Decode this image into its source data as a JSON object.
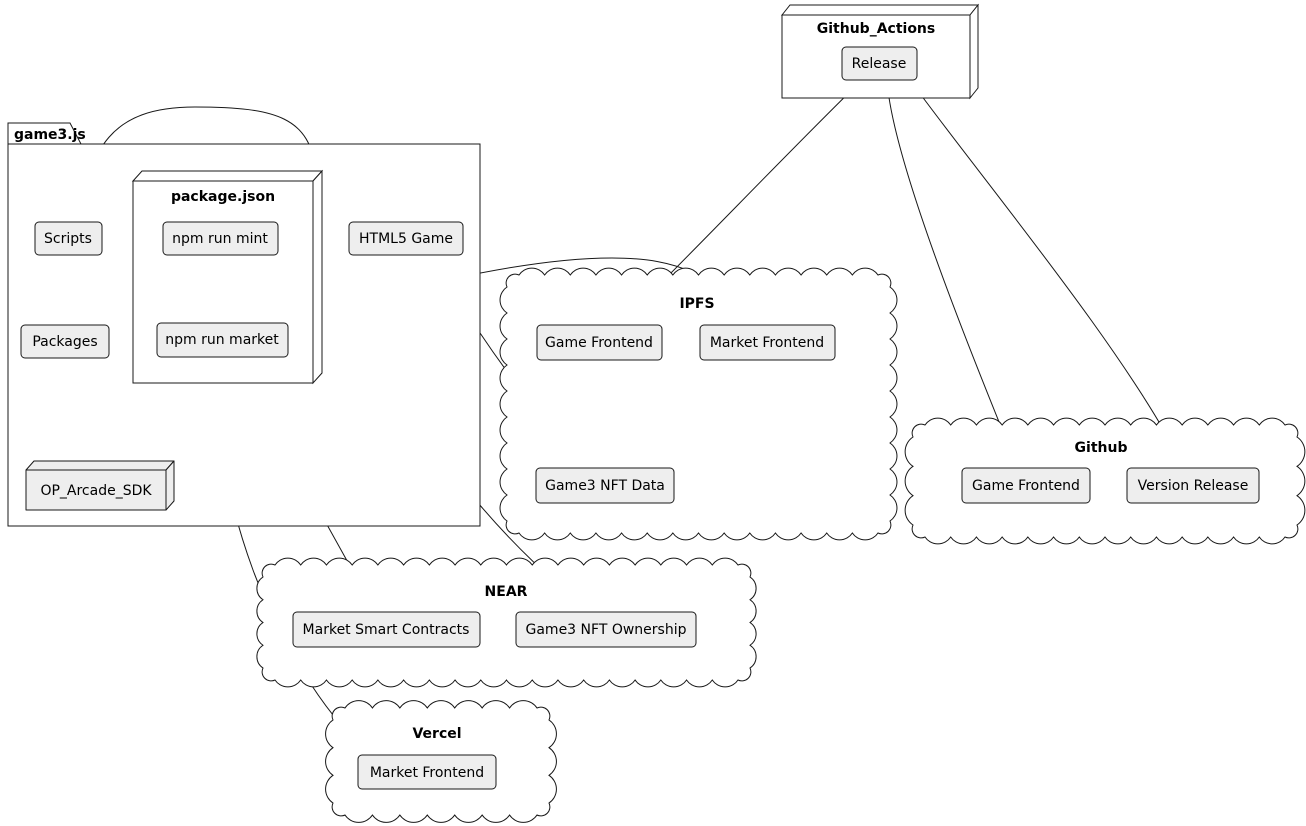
{
  "diagram": {
    "type": "deployment-diagram",
    "colors": {
      "background": "#ffffff",
      "box_fill": "#eeeeee",
      "border": "#181818",
      "text": "#000000"
    },
    "folder": {
      "title": "game3.js"
    },
    "component": {
      "title": "package.json"
    },
    "nodes": {
      "github_actions": {
        "title": "Github_Actions"
      },
      "op_arcade_sdk": {
        "label": "OP_Arcade_SDK"
      }
    },
    "boxes": {
      "scripts": {
        "label": "Scripts"
      },
      "packages": {
        "label": "Packages"
      },
      "npm_run_mint": {
        "label": "npm run mint"
      },
      "npm_run_market": {
        "label": "npm run market"
      },
      "html5_game": {
        "label": "HTML5 Game"
      },
      "release": {
        "label": "Release"
      }
    },
    "clouds": {
      "ipfs": {
        "title": "IPFS",
        "items": {
          "game_frontend": {
            "label": "Game Frontend"
          },
          "market_frontend": {
            "label": "Market Frontend"
          },
          "game3_nft_data": {
            "label": "Game3 NFT Data"
          }
        }
      },
      "github": {
        "title": "Github",
        "items": {
          "game_frontend": {
            "label": "Game Frontend"
          },
          "version_release": {
            "label": "Version Release"
          }
        }
      },
      "near": {
        "title": "NEAR",
        "items": {
          "market_smart_contracts": {
            "label": "Market Smart Contracts"
          },
          "game3_nft_ownership": {
            "label": "Game3 NFT Ownership"
          }
        }
      },
      "vercel": {
        "title": "Vercel",
        "items": {
          "market_frontend": {
            "label": "Market Frontend"
          }
        }
      }
    },
    "edges": [
      {
        "from": "Scripts",
        "to": "package.json",
        "arrow": false
      },
      {
        "from": "Packages",
        "to": "OP_Arcade_SDK",
        "arrow": false
      },
      {
        "from": "npm run mint",
        "to": "IPFS / Game3 NFT Data",
        "arrow": true
      },
      {
        "from": "npm run mint",
        "to": "NEAR / Game3 NFT Ownership",
        "arrow": true
      },
      {
        "from": "npm run market",
        "to": "IPFS / Market Frontend",
        "arrow": true
      },
      {
        "from": "npm run market",
        "to": "NEAR / Market Smart Contracts",
        "arrow": true
      },
      {
        "from": "npm run market",
        "to": "Vercel / Market Frontend",
        "arrow": true
      },
      {
        "from": "Release",
        "to": "IPFS / Game Frontend",
        "arrow": true
      },
      {
        "from": "Release",
        "to": "Github / Game Frontend",
        "arrow": true
      },
      {
        "from": "Release",
        "to": "Github / Version Release",
        "arrow": true
      }
    ]
  }
}
